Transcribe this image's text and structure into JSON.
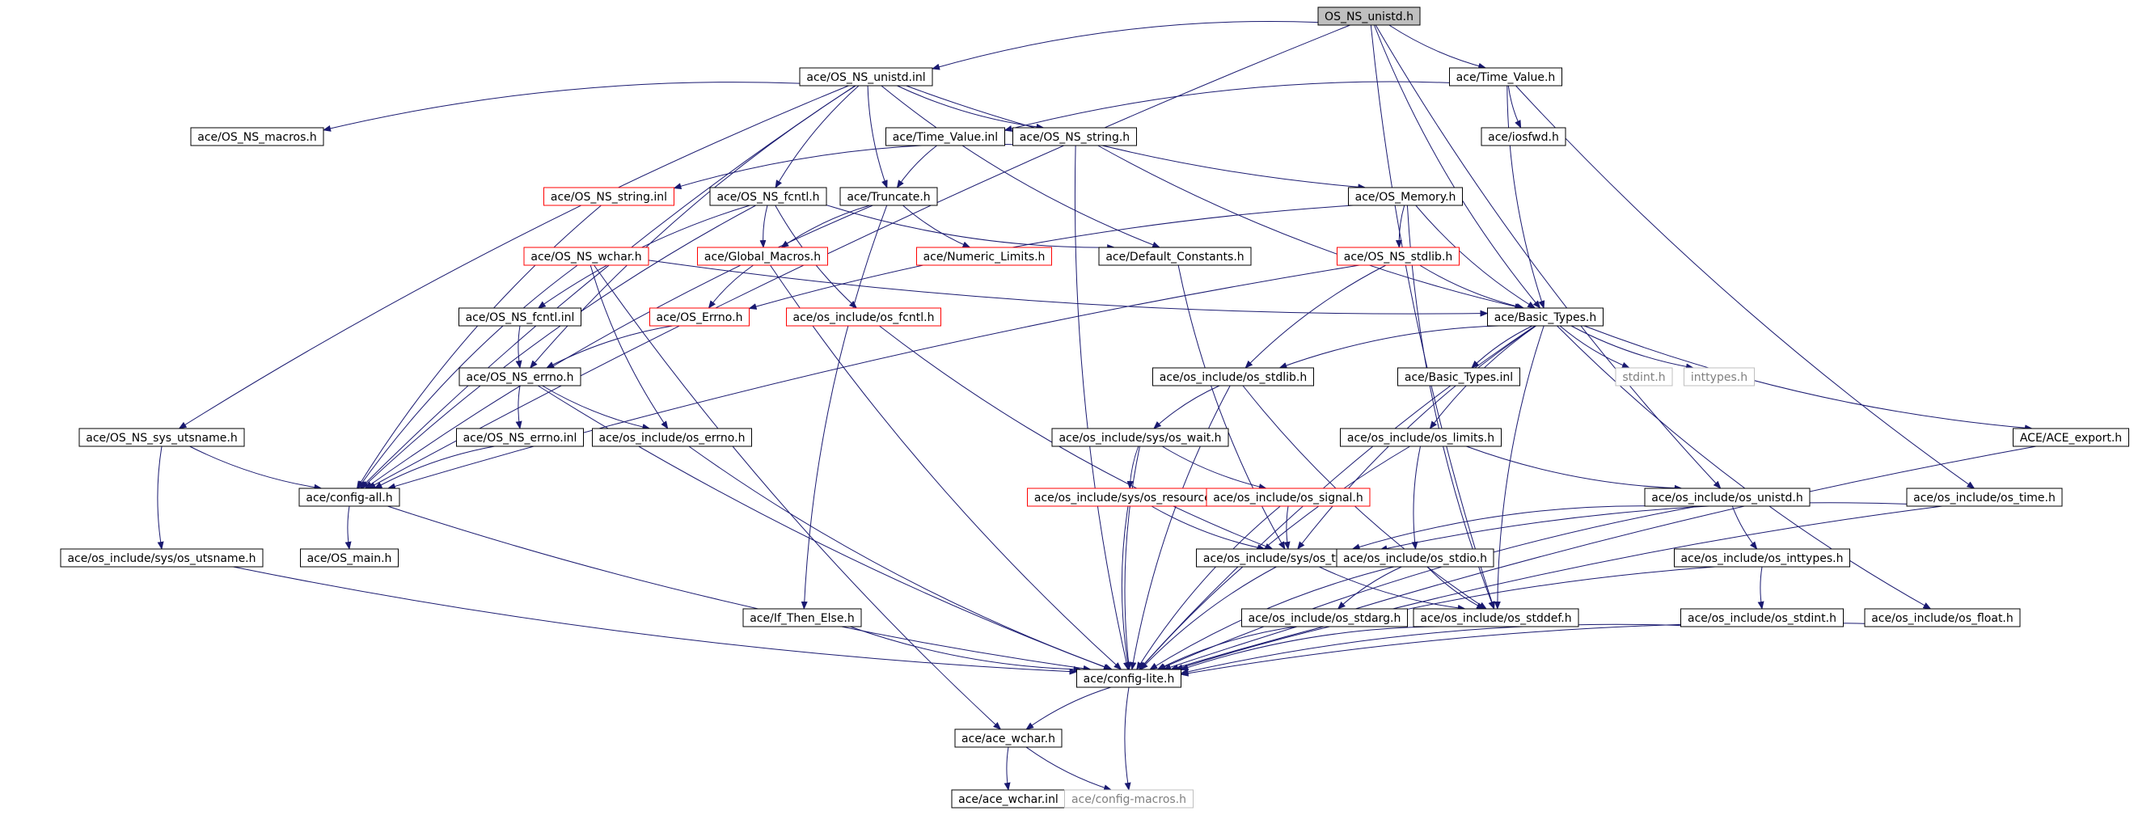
{
  "colors": {
    "edge": "#191970",
    "border_normal": "#000000",
    "border_incomplete": "#ff0000",
    "border_external": "#bfbfbf",
    "root_fill": "#bfbfbf",
    "text": "#000000",
    "ext_text": "#7f7f7f"
  },
  "nodes": [
    {
      "id": "root",
      "label": "OS_NS_unistd.h",
      "style": "root"
    },
    {
      "id": "unistd_inl",
      "label": "ace/OS_NS_unistd.inl",
      "style": "normal"
    },
    {
      "id": "time_value_h",
      "label": "ace/Time_Value.h",
      "style": "normal"
    },
    {
      "id": "macros",
      "label": "ace/OS_NS_macros.h",
      "style": "normal"
    },
    {
      "id": "time_value_inl",
      "label": "ace/Time_Value.inl",
      "style": "normal"
    },
    {
      "id": "string_h",
      "label": "ace/OS_NS_string.h",
      "style": "normal"
    },
    {
      "id": "iosfwd",
      "label": "ace/iosfwd.h",
      "style": "normal"
    },
    {
      "id": "string_inl",
      "label": "ace/OS_NS_string.inl",
      "style": "incomplete"
    },
    {
      "id": "fcntl_h",
      "label": "ace/OS_NS_fcntl.h",
      "style": "normal"
    },
    {
      "id": "truncate",
      "label": "ace/Truncate.h",
      "style": "normal"
    },
    {
      "id": "memory",
      "label": "ace/OS_Memory.h",
      "style": "normal"
    },
    {
      "id": "wchar_h",
      "label": "ace/OS_NS_wchar.h",
      "style": "incomplete"
    },
    {
      "id": "global_macros",
      "label": "ace/Global_Macros.h",
      "style": "incomplete"
    },
    {
      "id": "numeric_limits",
      "label": "ace/Numeric_Limits.h",
      "style": "incomplete"
    },
    {
      "id": "default_constants",
      "label": "ace/Default_Constants.h",
      "style": "normal"
    },
    {
      "id": "stdlib_h",
      "label": "ace/OS_NS_stdlib.h",
      "style": "incomplete"
    },
    {
      "id": "fcntl_inl",
      "label": "ace/OS_NS_fcntl.inl",
      "style": "normal"
    },
    {
      "id": "os_errno_cap",
      "label": "ace/OS_Errno.h",
      "style": "incomplete"
    },
    {
      "id": "os_fcntl",
      "label": "ace/os_include/os_fcntl.h",
      "style": "incomplete"
    },
    {
      "id": "basic_types",
      "label": "ace/Basic_Types.h",
      "style": "normal"
    },
    {
      "id": "errno_h",
      "label": "ace/OS_NS_errno.h",
      "style": "normal"
    },
    {
      "id": "os_stdlib",
      "label": "ace/os_include/os_stdlib.h",
      "style": "normal"
    },
    {
      "id": "basic_types_inl",
      "label": "ace/Basic_Types.inl",
      "style": "normal"
    },
    {
      "id": "stdint",
      "label": "stdint.h",
      "style": "external"
    },
    {
      "id": "inttypes",
      "label": "inttypes.h",
      "style": "external"
    },
    {
      "id": "utsname_h",
      "label": "ace/OS_NS_sys_utsname.h",
      "style": "normal"
    },
    {
      "id": "errno_inl",
      "label": "ace/OS_NS_errno.inl",
      "style": "normal"
    },
    {
      "id": "os_errno",
      "label": "ace/os_include/os_errno.h",
      "style": "normal"
    },
    {
      "id": "os_wait",
      "label": "ace/os_include/sys/os_wait.h",
      "style": "normal"
    },
    {
      "id": "os_limits",
      "label": "ace/os_include/os_limits.h",
      "style": "normal"
    },
    {
      "id": "ace_export",
      "label": "ACE/ACE_export.h",
      "style": "normal"
    },
    {
      "id": "config_all",
      "label": "ace/config-all.h",
      "style": "normal"
    },
    {
      "id": "os_resource",
      "label": "ace/os_include/sys/os_resource.h",
      "style": "incomplete"
    },
    {
      "id": "os_signal",
      "label": "ace/os_include/os_signal.h",
      "style": "incomplete"
    },
    {
      "id": "os_unistd",
      "label": "ace/os_include/os_unistd.h",
      "style": "normal"
    },
    {
      "id": "os_time",
      "label": "ace/os_include/os_time.h",
      "style": "normal"
    },
    {
      "id": "os_utsname",
      "label": "ace/os_include/sys/os_utsname.h",
      "style": "normal"
    },
    {
      "id": "os_main",
      "label": "ace/OS_main.h",
      "style": "normal"
    },
    {
      "id": "os_types",
      "label": "ace/os_include/sys/os_types.h",
      "style": "normal"
    },
    {
      "id": "os_stdio",
      "label": "ace/os_include/os_stdio.h",
      "style": "normal"
    },
    {
      "id": "os_inttypes",
      "label": "ace/os_include/os_inttypes.h",
      "style": "normal"
    },
    {
      "id": "if_then_else",
      "label": "ace/If_Then_Else.h",
      "style": "normal"
    },
    {
      "id": "os_stdarg",
      "label": "ace/os_include/os_stdarg.h",
      "style": "normal"
    },
    {
      "id": "os_stddef",
      "label": "ace/os_include/os_stddef.h",
      "style": "normal"
    },
    {
      "id": "os_stdint",
      "label": "ace/os_include/os_stdint.h",
      "style": "normal"
    },
    {
      "id": "os_float",
      "label": "ace/os_include/os_float.h",
      "style": "normal"
    },
    {
      "id": "config_lite",
      "label": "ace/config-lite.h",
      "style": "normal"
    },
    {
      "id": "ace_wchar_h",
      "label": "ace/ace_wchar.h",
      "style": "normal"
    },
    {
      "id": "ace_wchar_inl",
      "label": "ace/ace_wchar.inl",
      "style": "normal"
    },
    {
      "id": "config_macros",
      "label": "ace/config-macros.h",
      "style": "external"
    }
  ],
  "edges": [
    [
      "root",
      "unistd_inl"
    ],
    [
      "root",
      "time_value_h"
    ],
    [
      "root",
      "basic_types"
    ],
    [
      "root",
      "config_all"
    ],
    [
      "root",
      "os_unistd"
    ],
    [
      "root",
      "os_stddef"
    ],
    [
      "unistd_inl",
      "macros"
    ],
    [
      "unistd_inl",
      "string_h"
    ],
    [
      "unistd_inl",
      "fcntl_h"
    ],
    [
      "unistd_inl",
      "truncate"
    ],
    [
      "unistd_inl",
      "memory"
    ],
    [
      "unistd_inl",
      "default_constants"
    ],
    [
      "unistd_inl",
      "errno_h"
    ],
    [
      "unistd_inl",
      "utsname_h"
    ],
    [
      "unistd_inl",
      "config_all"
    ],
    [
      "time_value_h",
      "time_value_inl"
    ],
    [
      "time_value_h",
      "iosfwd"
    ],
    [
      "time_value_h",
      "basic_types"
    ],
    [
      "time_value_h",
      "os_time"
    ],
    [
      "time_value_inl",
      "truncate"
    ],
    [
      "string_h",
      "string_inl"
    ],
    [
      "string_h",
      "basic_types"
    ],
    [
      "string_h",
      "config_lite"
    ],
    [
      "string_inl",
      "config_all"
    ],
    [
      "fcntl_h",
      "global_macros"
    ],
    [
      "fcntl_h",
      "os_fcntl"
    ],
    [
      "fcntl_h",
      "fcntl_inl"
    ],
    [
      "fcntl_h",
      "default_constants"
    ],
    [
      "fcntl_h",
      "config_all"
    ],
    [
      "truncate",
      "global_macros"
    ],
    [
      "truncate",
      "numeric_limits"
    ],
    [
      "truncate",
      "if_then_else"
    ],
    [
      "truncate",
      "config_all"
    ],
    [
      "memory",
      "stdlib_h"
    ],
    [
      "memory",
      "basic_types"
    ],
    [
      "memory",
      "os_errno_cap"
    ],
    [
      "memory",
      "os_stddef"
    ],
    [
      "wchar_h",
      "basic_types"
    ],
    [
      "wchar_h",
      "os_errno"
    ],
    [
      "wchar_h",
      "ace_wchar_h"
    ],
    [
      "wchar_h",
      "config_all"
    ],
    [
      "global_macros",
      "os_errno_cap"
    ],
    [
      "global_macros",
      "config_lite"
    ],
    [
      "default_constants",
      "os_types"
    ],
    [
      "stdlib_h",
      "basic_types"
    ],
    [
      "stdlib_h",
      "os_stdlib"
    ],
    [
      "stdlib_h",
      "config_all"
    ],
    [
      "fcntl_inl",
      "errno_h"
    ],
    [
      "os_errno_cap",
      "errno_h"
    ],
    [
      "os_fcntl",
      "os_types"
    ],
    [
      "basic_types",
      "os_stdlib"
    ],
    [
      "basic_types",
      "basic_types_inl"
    ],
    [
      "basic_types",
      "stdint"
    ],
    [
      "basic_types",
      "inttypes"
    ],
    [
      "basic_types",
      "ace_export"
    ],
    [
      "basic_types",
      "os_limits"
    ],
    [
      "basic_types",
      "os_types"
    ],
    [
      "basic_types",
      "os_stddef"
    ],
    [
      "basic_types",
      "os_float"
    ],
    [
      "basic_types",
      "config_lite"
    ],
    [
      "errno_h",
      "errno_inl"
    ],
    [
      "errno_h",
      "os_errno"
    ],
    [
      "errno_h",
      "config_lite"
    ],
    [
      "os_stdlib",
      "os_wait"
    ],
    [
      "os_stdlib",
      "os_stddef"
    ],
    [
      "os_stdlib",
      "config_lite"
    ],
    [
      "utsname_h",
      "os_utsname"
    ],
    [
      "utsname_h",
      "config_all"
    ],
    [
      "errno_inl",
      "config_all"
    ],
    [
      "os_errno",
      "config_lite"
    ],
    [
      "os_wait",
      "os_resource"
    ],
    [
      "os_wait",
      "os_signal"
    ],
    [
      "os_wait",
      "config_lite"
    ],
    [
      "os_limits",
      "os_unistd"
    ],
    [
      "os_limits",
      "os_stdio"
    ],
    [
      "os_limits",
      "config_lite"
    ],
    [
      "ace_export",
      "config_lite"
    ],
    [
      "config_all",
      "os_main"
    ],
    [
      "config_all",
      "config_lite"
    ],
    [
      "os_resource",
      "os_types"
    ],
    [
      "os_resource",
      "config_lite"
    ],
    [
      "os_signal",
      "os_types"
    ],
    [
      "os_signal",
      "config_lite"
    ],
    [
      "os_unistd",
      "os_types"
    ],
    [
      "os_unistd",
      "os_inttypes"
    ],
    [
      "os_unistd",
      "config_lite"
    ],
    [
      "os_time",
      "os_types"
    ],
    [
      "os_time",
      "config_lite"
    ],
    [
      "os_utsname",
      "config_lite"
    ],
    [
      "os_types",
      "os_stddef"
    ],
    [
      "os_types",
      "config_lite"
    ],
    [
      "os_stdio",
      "os_stdarg"
    ],
    [
      "os_stdio",
      "os_stddef"
    ],
    [
      "os_stdio",
      "config_lite"
    ],
    [
      "os_inttypes",
      "os_stdint"
    ],
    [
      "os_inttypes",
      "config_lite"
    ],
    [
      "if_then_else",
      "config_lite"
    ],
    [
      "os_stdarg",
      "config_lite"
    ],
    [
      "os_stddef",
      "config_lite"
    ],
    [
      "os_stdint",
      "config_lite"
    ],
    [
      "os_float",
      "config_lite"
    ],
    [
      "config_lite",
      "ace_wchar_h"
    ],
    [
      "config_lite",
      "config_macros"
    ],
    [
      "ace_wchar_h",
      "ace_wchar_inl"
    ],
    [
      "ace_wchar_h",
      "config_macros"
    ]
  ]
}
